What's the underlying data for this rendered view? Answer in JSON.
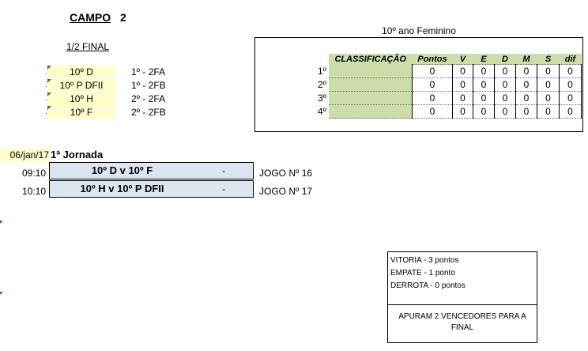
{
  "header": {
    "campo_label": "CAMPO",
    "campo_number": "2",
    "round_label": "1/2 FINAL"
  },
  "semifinal_entries": [
    {
      "team": "10º D",
      "code": "1º - 2FA"
    },
    {
      "team": "10º P DFII",
      "code": "1º - 2FB"
    },
    {
      "team": "10º H",
      "code": "2º - 2FA"
    },
    {
      "team": "10º F",
      "code": "2º - 2FB"
    }
  ],
  "classification": {
    "title": "10º ano Feminino",
    "headers": [
      "CLASSIFICAÇÃO",
      "Pontos",
      "V",
      "E",
      "D",
      "M",
      "S",
      "dif"
    ],
    "rows": [
      {
        "pos": "1º",
        "values": [
          "0",
          "0",
          "0",
          "0",
          "0",
          "0",
          "0"
        ]
      },
      {
        "pos": "2º",
        "values": [
          "0",
          "0",
          "0",
          "0",
          "0",
          "0",
          "0"
        ]
      },
      {
        "pos": "3º",
        "values": [
          "0",
          "0",
          "0",
          "0",
          "0",
          "0",
          "0"
        ]
      },
      {
        "pos": "4º",
        "values": [
          "0",
          "0",
          "0",
          "0",
          "0",
          "0",
          "0"
        ]
      }
    ]
  },
  "jornada": {
    "date": "06/jan/17",
    "label": "1ª Jornada",
    "games": [
      {
        "time": "09:10",
        "match": "10º D  v  10º F",
        "score": "-",
        "jogo": "JOGO Nº 16"
      },
      {
        "time": "10:10",
        "match": "10º H  v  10º  P DFII",
        "score": "-",
        "jogo": "JOGO Nº 17"
      }
    ]
  },
  "rules": {
    "lines": [
      "VITORIA - 3 pontos",
      "EMPATE - 1 ponto",
      "DERROTA - 0 pontos"
    ],
    "note": "APURAM 2 VENCEDORES PARA A FINAL"
  },
  "colors": {
    "cell_yellow": "#ffffcc",
    "header_green": "#ccddaa",
    "game_blue": "#dce6f1",
    "indicator_green": "#2e7d32"
  }
}
